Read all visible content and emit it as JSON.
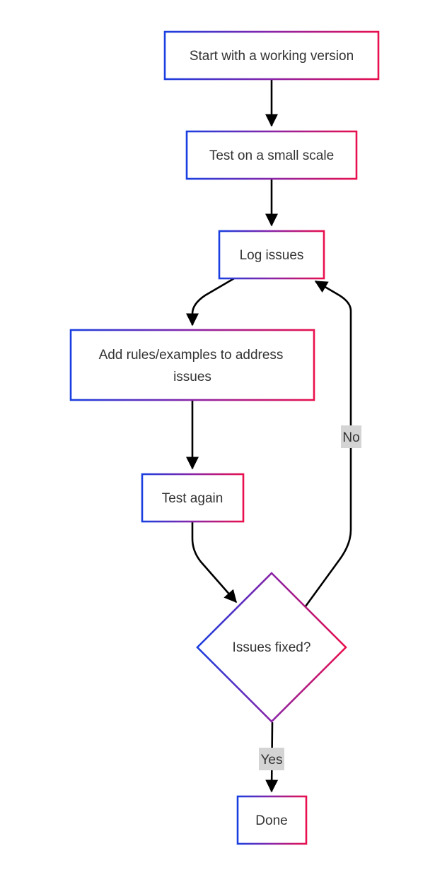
{
  "nodes": {
    "start": {
      "label": "Start with a working version"
    },
    "test_small": {
      "label": "Test on a small scale"
    },
    "log_issues": {
      "label": "Log issues"
    },
    "add_rules": {
      "label_line1": "Add rules/examples to address",
      "label_line2": "issues"
    },
    "test_again": {
      "label": "Test again"
    },
    "issues_fixed": {
      "label": "Issues fixed?"
    },
    "done": {
      "label": "Done"
    }
  },
  "edges": {
    "no": {
      "label": "No"
    },
    "yes": {
      "label": "Yes"
    }
  },
  "colors": {
    "border_gradient_start": "#1a3fe0",
    "border_gradient_mid": "#8a24a8",
    "border_gradient_end": "#e8104e",
    "arrow": "#000000",
    "edge_label_bg": "#d4d4d4",
    "text": "#333333"
  }
}
